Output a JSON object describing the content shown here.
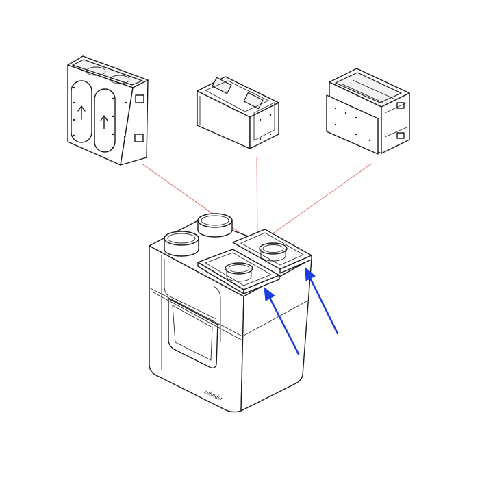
{
  "diagram": {
    "components": [
      {
        "id": "filter-module",
        "arrows": 2
      },
      {
        "id": "heat-exchanger-module"
      },
      {
        "id": "bypass-module"
      },
      {
        "id": "ventilation-unit",
        "logo_text": "zehnder"
      }
    ],
    "colors": {
      "line_art": "#1a1a1a",
      "leader_lines": "#e08080",
      "pointer_arrows": "#1a3ee0",
      "background": "#ffffff"
    },
    "pointer_arrows": 2,
    "leader_lines": 3
  }
}
